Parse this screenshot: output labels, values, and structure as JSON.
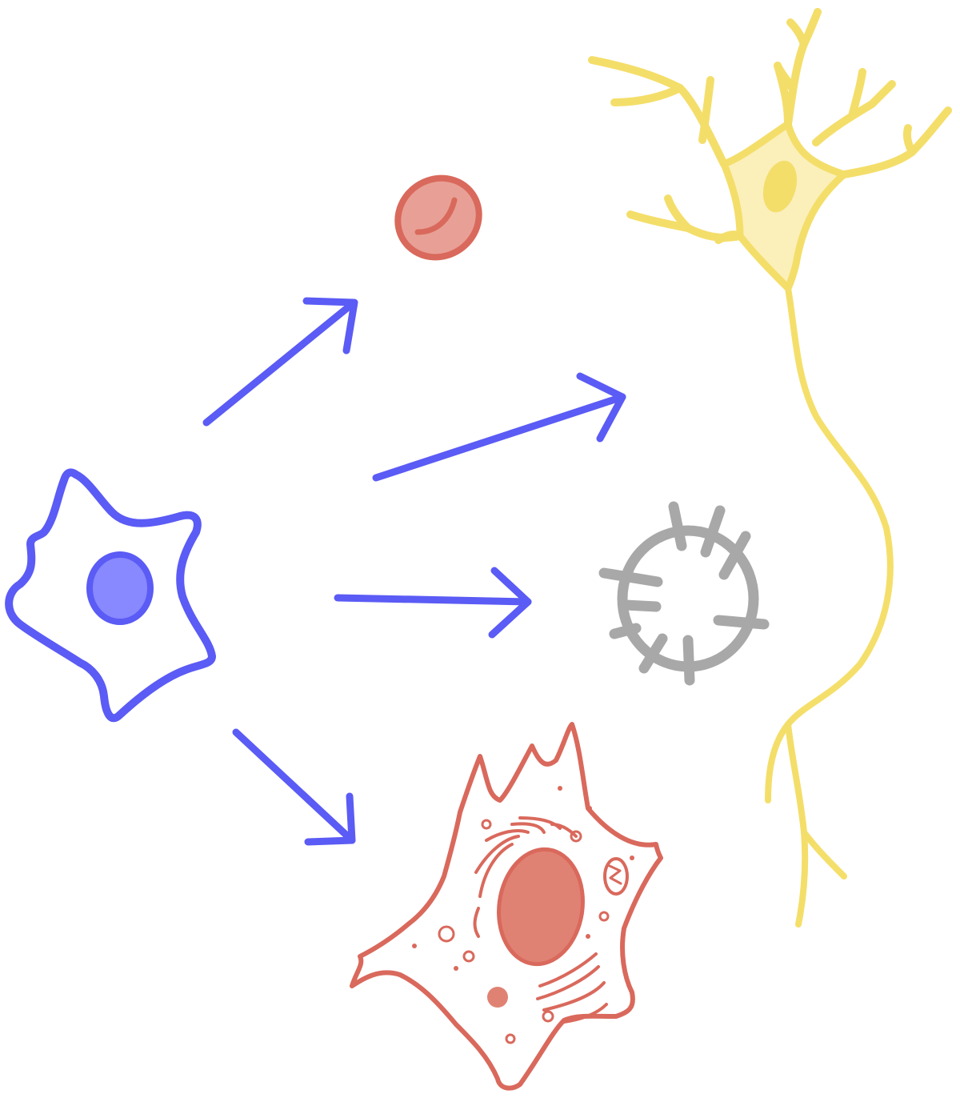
{
  "diagram": {
    "type": "stem-cell-differentiation",
    "colors": {
      "stem_cell": "#5B5BF5",
      "stem_nucleus": "#8888FF",
      "arrow": "#5B5BF5",
      "red_blood_cell": "#D9695C",
      "red_blood_cell_inner": "#E8A096",
      "neuron": "#F4DC5E",
      "neuron_body": "#FBEFB5",
      "immune_cell": "#8C8C8C",
      "tissue_cell": "#D9695C",
      "tissue_nucleus": "#E08273"
    },
    "nodes": [
      {
        "id": "stem-cell",
        "icon": "stem-cell-icon"
      },
      {
        "id": "red-blood-cell",
        "icon": "red-blood-cell-icon"
      },
      {
        "id": "neuron",
        "icon": "neuron-icon"
      },
      {
        "id": "immune-cell",
        "icon": "white-blood-cell-icon"
      },
      {
        "id": "tissue-cell",
        "icon": "tissue-cell-icon"
      }
    ],
    "edges": [
      {
        "from": "stem-cell",
        "to": "red-blood-cell"
      },
      {
        "from": "stem-cell",
        "to": "neuron"
      },
      {
        "from": "stem-cell",
        "to": "immune-cell"
      },
      {
        "from": "stem-cell",
        "to": "tissue-cell"
      }
    ]
  }
}
